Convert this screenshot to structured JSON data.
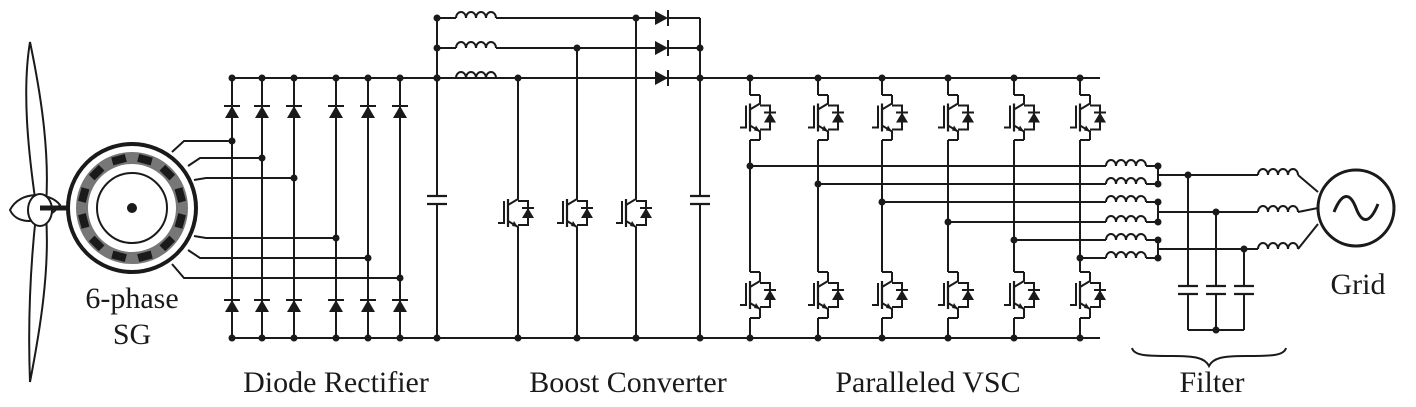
{
  "labels": {
    "generator": [
      "6-phase",
      "SG"
    ],
    "rectifier": "Diode Rectifier",
    "boost": "Boost Converter",
    "vsc": "Paralleled VSC",
    "filter": "Filter",
    "grid": "Grid"
  },
  "icons": {
    "grid_source": "sine-wave-icon"
  }
}
